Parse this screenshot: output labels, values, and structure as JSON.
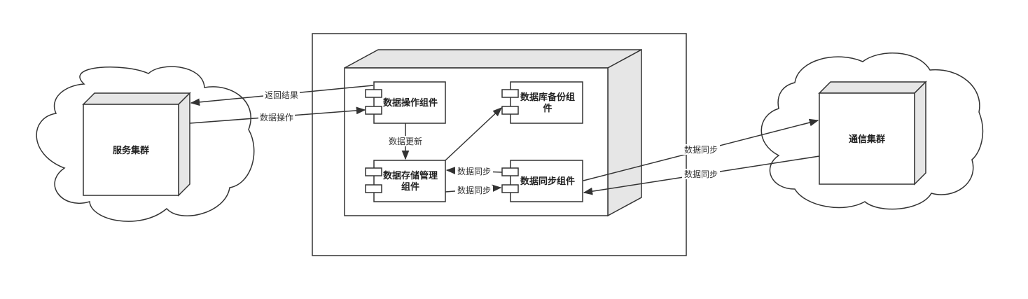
{
  "nodes": {
    "service_cluster": "服务集群",
    "comm_cluster": "通信集群",
    "data_op_component": "数据操作组件",
    "db_backup_component": [
      "数据库备份组",
      "件"
    ],
    "storage_mgmt_component": [
      "数据存储管理",
      "组件"
    ],
    "data_sync_component": "数据同步组件"
  },
  "edges": {
    "return_result": "返回结果",
    "data_operation": "数据操作",
    "data_update": "数据更新",
    "sync_storage_to_left": "数据同步",
    "sync_storage_to_right": "数据同步",
    "sync_to_comm": "数据同步",
    "sync_from_comm": "数据同步"
  }
}
